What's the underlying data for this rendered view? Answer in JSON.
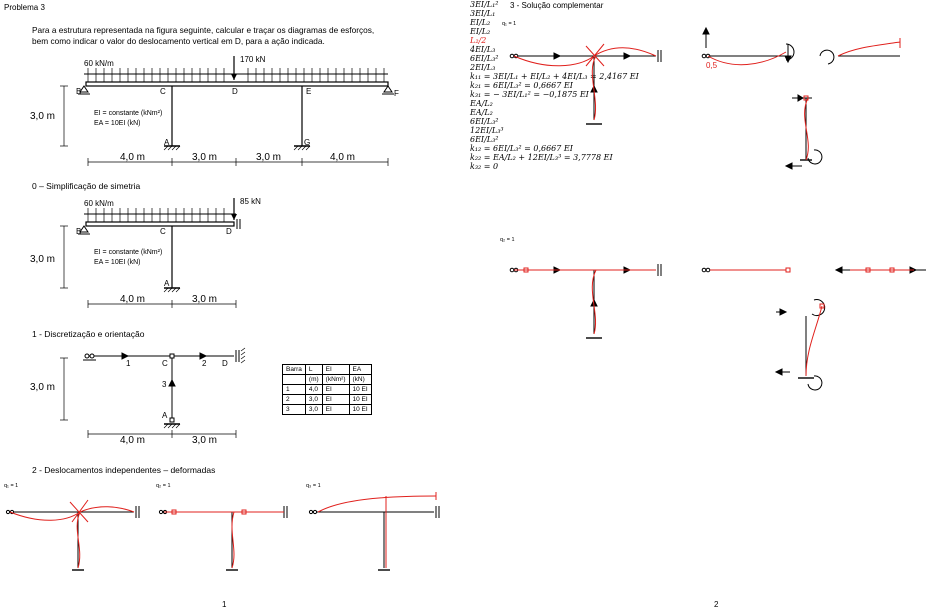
{
  "page1": {
    "header": "Problema 3",
    "intro_line1": "Para a estrutura representada na figura seguinte, calcular e traçar os diagramas de esforços,",
    "intro_line2": "bem como indicar o valor do deslocamento vertical em D, para a ação indicada.",
    "fig1": {
      "load_dist": "60 kN/m",
      "load_point": "170 kN",
      "node_B": "B",
      "node_C": "C",
      "node_D": "D",
      "node_E": "E",
      "node_F": "F",
      "node_A": "A",
      "node_G": "G",
      "height": "3,0 m",
      "ei_line": "EI = constante (kNm²)",
      "ea_line": "EA = 10EI (kN)",
      "spans": [
        "4,0 m",
        "3,0 m",
        "3,0 m",
        "4,0 m"
      ]
    },
    "sec0": "0 – Simplificação de simetria",
    "fig2": {
      "load_dist": "60 kN/m",
      "load_point": "85 kN",
      "node_B": "B",
      "node_C": "C",
      "node_D": "D",
      "node_A": "A",
      "height": "3,0 m",
      "ei_line": "EI = constante (kNm²)",
      "ea_line": "EA = 10EI (kN)",
      "spans": [
        "4,0 m",
        "3,0 m"
      ]
    },
    "sec1": "1 - Discretização e orientação",
    "fig3": {
      "node_C": "C",
      "node_D": "D",
      "node_A": "A",
      "bar1": "1",
      "bar2": "2",
      "bar3": "3",
      "height": "3,0 m",
      "spans": [
        "4,0 m",
        "3,0 m"
      ]
    },
    "table": {
      "headers": [
        "Barra",
        "L",
        "EI",
        "EA"
      ],
      "units": [
        "",
        "(m)",
        "(kNm²)",
        "(kN)"
      ],
      "rows": [
        [
          "1",
          "4,0",
          "EI",
          "10 EI"
        ],
        [
          "2",
          "3,0",
          "EI",
          "10 EI"
        ],
        [
          "3",
          "3,0",
          "EI",
          "10 EI"
        ]
      ]
    },
    "sec2": "2 - Deslocamentos independentes – deformadas",
    "q1": "q₁ = 1",
    "q2": "q₂ = 1",
    "q3": "q₃ = 1",
    "page_number": "1"
  },
  "page2": {
    "header": "3 - Solução complementar",
    "q1": "q₁ = 1",
    "q2": "q₂ = 1",
    "lbl_3EI_L1sq": "3EI/L₁²",
    "lbl_3EI_L1": "3EI/L₁",
    "lbl_EI_L2": "EI/L₂",
    "lbl_EI_L2_b": "EI/L₂",
    "lbl_L2_half": "L₂/2",
    "lbl_05": "0,5",
    "lbl_4EI_L3": "4EI/L₃",
    "lbl_6EI_L3sq": "6EI/L₃²",
    "lbl_2EI_L3": "2EI/L₃",
    "k11": "k₁₁ = 3EI/L₁ + EI/L₂ + 4EI/L₃ = 2,4167 EI",
    "k21": "k₂₁ = 6EI/L₃² = 0,6667 EI",
    "k31": "k₃₁ = − 3EI/L₁² = −0,1875 EI",
    "lbl_EA_L2_left": "EA/L₂",
    "lbl_EA_L2_right": "EA/L₂",
    "lbl_6EI_L3sq_top": "6EI/L₃²",
    "lbl_12EI_L3cube": "12EI/L₃³",
    "lbl_6EI_L3sq_bot": "6EI/L₃²",
    "k12": "k₁₂ = 6EI/L₃² = 0,6667 EI",
    "k22": "k₂₂ = EA/L₂ + 12EI/L₃³ = 3,7778 EI",
    "k32": "k₃₂ = 0",
    "page_number": "2"
  },
  "colors": {
    "ink": "#000000",
    "deformed": "#e0201c"
  }
}
